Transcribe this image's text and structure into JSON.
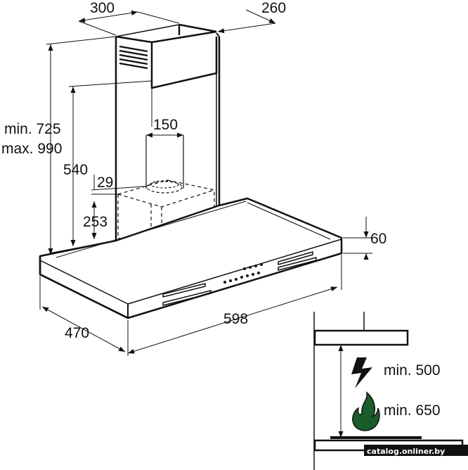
{
  "dimensions": {
    "chimney_depth": "300",
    "chimney_width": "260",
    "height_min": "min. 725",
    "height_max": "max. 990",
    "hood_to_chimney": "540",
    "outlet_diameter": "150",
    "outlet_offset": "29",
    "outlet_height": "253",
    "canopy_thickness": "60",
    "hood_width": "598",
    "hood_depth": "470"
  },
  "clearances": {
    "electric_min": "min. 500",
    "gas_min": "min. 650"
  },
  "icons": {
    "electric": "lightning-bolt-icon",
    "gas": "gas-flame-icon"
  },
  "watermark": "catalog.onliner.by",
  "colors": {
    "line": "#111111",
    "background": "#ffffff",
    "flame": "#1a5c2a"
  }
}
